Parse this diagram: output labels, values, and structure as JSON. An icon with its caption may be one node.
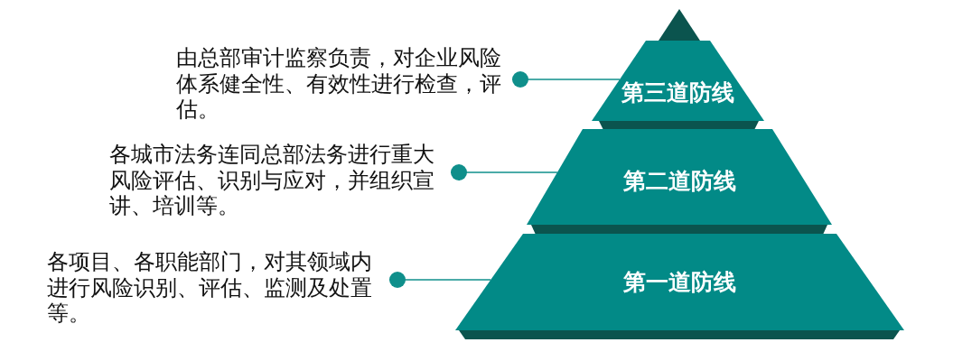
{
  "diagram": {
    "nodes": [
      {
        "text": [
          "第三道防线"
        ]
      },
      {
        "text": [
          "第二道防线"
        ]
      },
      {
        "text": [
          "第一道防线"
        ]
      },
      {
        "text": [
          "由总部审计监察负责，对企业风险体系健全性、有效性进行检查，评估。"
        ]
      },
      {
        "text": [
          "各城市法务连同总部法务进行重大风险评估、识别与应对，并组织宣讲、培训等。"
        ]
      },
      {
        "text": [
          "各项目、各职能部门，对其领域内进行风险识别、评估、监测及处置等。"
        ]
      }
    ],
    "edges": [
      {
        "from": 3,
        "to": 0,
        "arrow": "other"
      },
      {
        "from": 4,
        "to": 1,
        "arrow": "other"
      },
      {
        "from": 5,
        "to": 2,
        "arrow": "other"
      }
    ]
  }
}
